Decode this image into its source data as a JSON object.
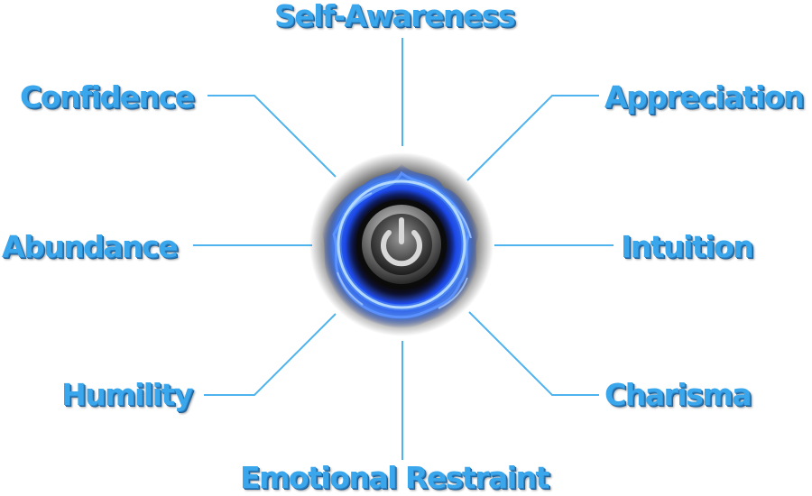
{
  "diagram": {
    "labels": {
      "top": "Self-Awareness",
      "upper_left": "Confidence",
      "upper_right": "Appreciation",
      "left": "Abundance",
      "right": "Intuition",
      "lower_left": "Humility",
      "lower_right": "Charisma",
      "bottom": "Emotional Restraint"
    },
    "center_icon": "power-button-icon",
    "colors": {
      "label": "#3aa6ec",
      "connector": "#4fb3ee",
      "flame": "#1e63ff",
      "ring": "#dff1ff"
    }
  }
}
